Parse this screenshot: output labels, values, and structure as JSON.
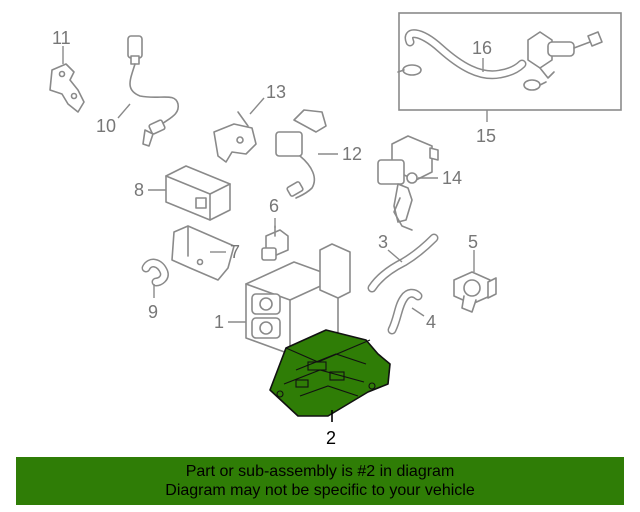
{
  "callouts": {
    "c1": "1",
    "c2": "2",
    "c3": "3",
    "c4": "4",
    "c5": "5",
    "c6": "6",
    "c7": "7",
    "c8": "8",
    "c9": "9",
    "c10": "10",
    "c11": "11",
    "c12": "12",
    "c13": "13",
    "c14": "14",
    "c15": "15",
    "c16": "16"
  },
  "highlighted_part": "2",
  "colors": {
    "highlight": "#2f7d06",
    "lines": "#8a8a8a",
    "callout_text": "#777777"
  },
  "footer": {
    "line1": "Part or sub-assembly is #2 in diagram",
    "line2": "Diagram may not be specific to your vehicle"
  }
}
